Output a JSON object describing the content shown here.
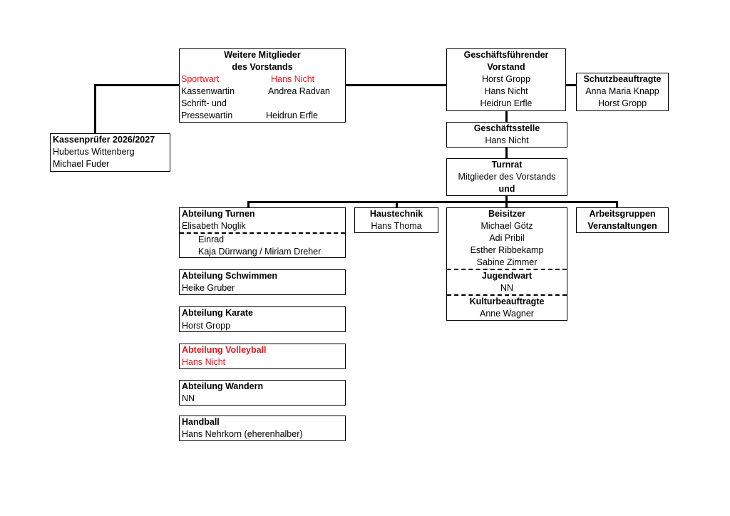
{
  "vorstand_weitere": {
    "title_line1": "Weitere Mitglieder",
    "title_line2": "des Vorstands",
    "rows": [
      {
        "role": "Sportwart",
        "name": "Hans Nicht"
      },
      {
        "role": "Kassenwartin",
        "name": "Andrea Radvan"
      },
      {
        "role": "Schrift- und",
        "name": ""
      },
      {
        "role": "Pressewartin",
        "name": "Heidrun Erfle"
      }
    ],
    "highlight_color": "#e8151b"
  },
  "geschaeftsfuehrend": {
    "title_line1": "Geschäftsführender",
    "title_line2": "Vorstand",
    "members": [
      "Horst Gropp",
      "Hans Nicht",
      "Heidrun Erfle"
    ]
  },
  "schutz": {
    "title": "Schutzbeauftragte",
    "members": [
      "Anna Maria Knapp",
      "Horst Gropp"
    ]
  },
  "kassenpruefer": {
    "title": "Kassenprüfer 2026/2027",
    "members": [
      "Hubertus Wittenberg",
      "Michael Fuder"
    ]
  },
  "geschaeftsstelle": {
    "title": "Geschäftsstelle",
    "member": "Hans Nicht"
  },
  "turnrat": {
    "title": "Turnrat",
    "line2": "Mitglieder des Vorstands",
    "line3": "und"
  },
  "turnen": {
    "title": "Abteilung Turnen",
    "leader": "Elisabeth Noglik",
    "sub_title": "Einrad",
    "sub_members": "Kaja Dürrwang / Miriam Dreher"
  },
  "haustechnik": {
    "title": "Haustechnik",
    "member": "Hans Thoma"
  },
  "beisitzer": {
    "title": "Beisitzer",
    "members": [
      "Michael Götz",
      "Adi Pribil",
      "Esther Ribbekamp",
      "Sabine Zimmer"
    ],
    "jugend_title": "Jugendwart",
    "jugend_member": "NN",
    "kultur_title": "Kulturbeauftragte",
    "kultur_member": "Anne Wagner"
  },
  "arbeitsgruppen": {
    "title_line1": "Arbeitsgruppen",
    "title_line2": "Veranstaltungen"
  },
  "abteilungen": [
    {
      "title": "Abteilung Schwimmen",
      "leader": "Heike Gruber",
      "highlight": false
    },
    {
      "title": "Abteilung Karate",
      "leader": "Horst Gropp",
      "highlight": false
    },
    {
      "title": "Abteilung Volleyball",
      "leader": "Hans Nicht",
      "highlight": true
    },
    {
      "title": "Abteilung Wandern",
      "leader": "NN",
      "highlight": false
    },
    {
      "title": "Handball",
      "leader": "Hans Nehrkorn (eherenhalber)",
      "highlight": false
    }
  ]
}
